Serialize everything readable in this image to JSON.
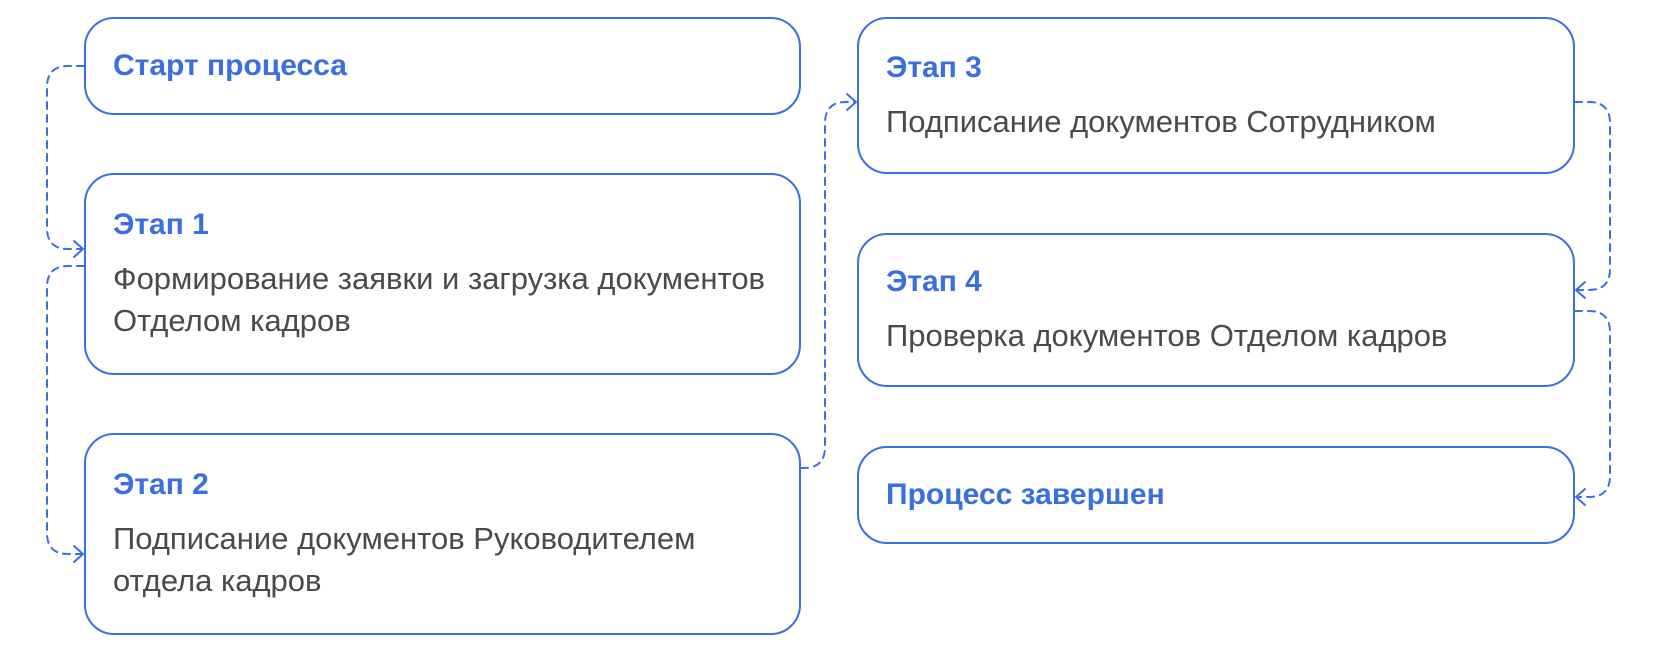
{
  "colors": {
    "accent": "#3a6fe0",
    "text": "#4a4a4a",
    "background": "#ffffff"
  },
  "start": {
    "title": "Старт процесса"
  },
  "stage1": {
    "title": "Этап 1",
    "text": "Формирование заявки и загрузка документов Отделом кадров"
  },
  "stage2": {
    "title": "Этап 2",
    "text": "Подписание документов Руководителем отдела кадров"
  },
  "stage3": {
    "title": "Этап 3",
    "text": "Подписание документов Сотрудником"
  },
  "stage4": {
    "title": "Этап 4",
    "text": "Проверка документов Отделом кадров"
  },
  "end": {
    "title": "Процесс завершен"
  }
}
